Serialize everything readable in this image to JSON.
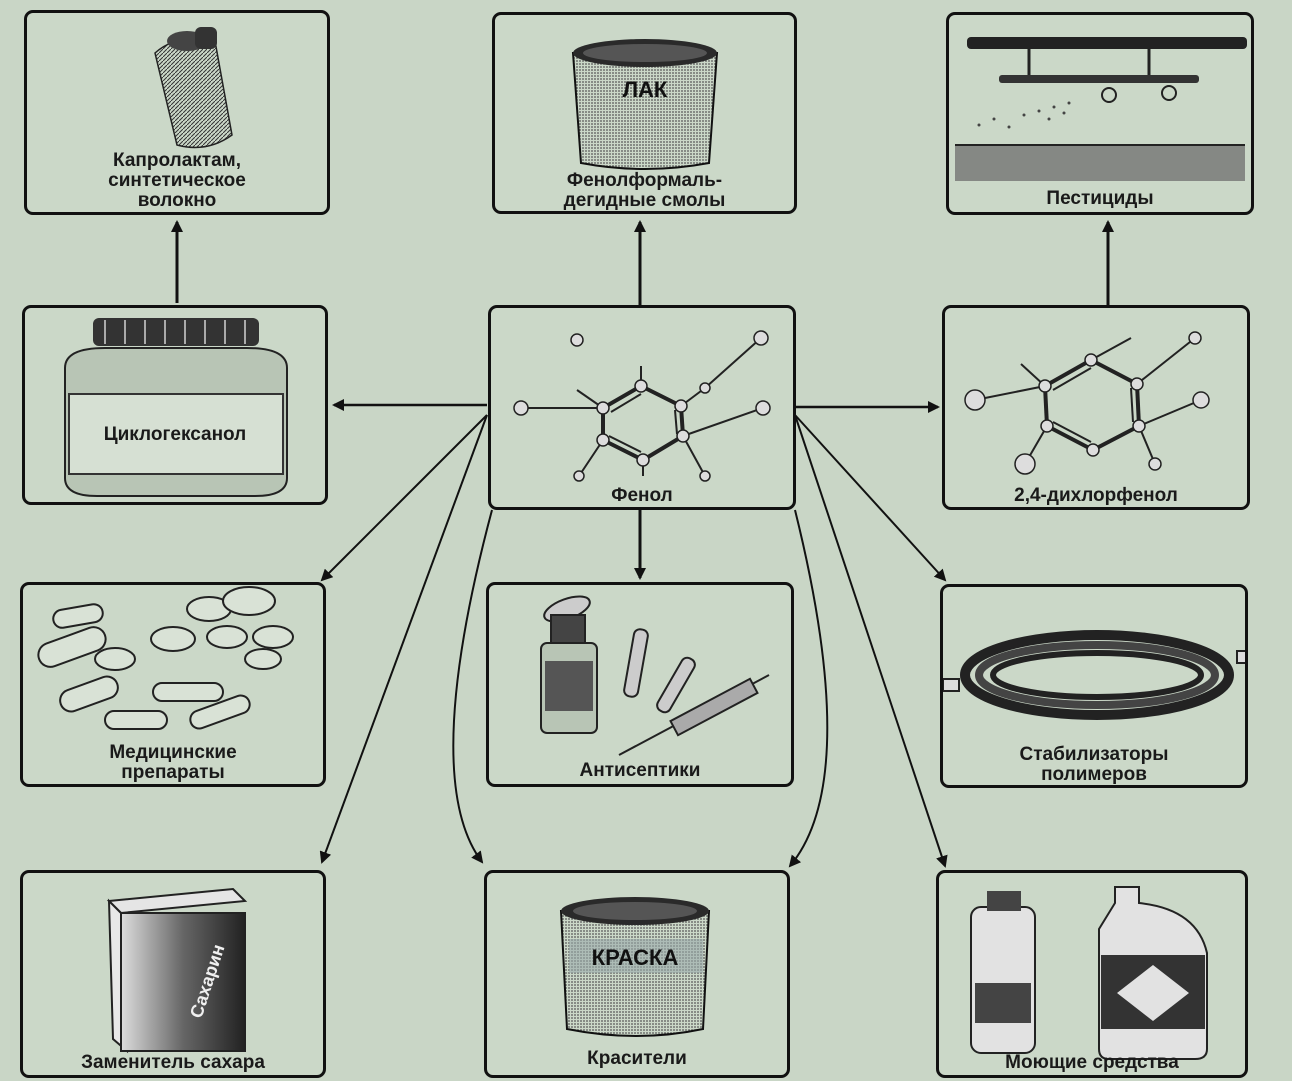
{
  "center": {
    "label": "Фенол"
  },
  "top_left": {
    "line1": "Капролактам,",
    "line2": "синтетическое",
    "line3": "волокно"
  },
  "top_center": {
    "line1": "Фенолформаль-",
    "line2": "дегидные смолы",
    "can_text": "ЛАК"
  },
  "top_right": {
    "label": "Пестициды"
  },
  "mid_left": {
    "label": "Циклогексанол"
  },
  "mid_right": {
    "label": "2,4-дихлорфенол"
  },
  "row3_left": {
    "line1": "Медицинские",
    "line2": "препараты"
  },
  "row3_center": {
    "label": "Антисептики"
  },
  "row3_right": {
    "line1": "Стабилизаторы",
    "line2": "полимеров"
  },
  "bottom_left": {
    "label": "Заменитель сахара",
    "box_text": "Сахарин"
  },
  "bottom_center": {
    "label": "Красители",
    "can_text": "КРАСКА"
  },
  "bottom_right": {
    "label": "Моющие средства"
  },
  "colors": {
    "background": "#c9d6c6",
    "stroke": "#111111"
  }
}
